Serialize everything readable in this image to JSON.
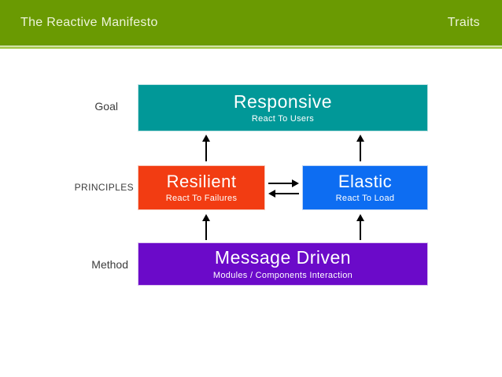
{
  "header": {
    "title": "The Reactive Manifesto",
    "right_label": "Traits"
  },
  "colors": {
    "header_green": "#6a9a02",
    "header_strip": "#a9cb55",
    "teal": "#019898",
    "red": "#f23c12",
    "blue": "#0d6df2",
    "purple": "#6b0ac9"
  },
  "rows": {
    "goal": {
      "label": "Goal",
      "box": {
        "title": "Responsive",
        "subtitle": "React To Users"
      }
    },
    "principles": {
      "label": "PRINCIPLES",
      "left_box": {
        "title": "Resilient",
        "subtitle": "React To Failures"
      },
      "right_box": {
        "title": "Elastic",
        "subtitle": "React To Load"
      }
    },
    "method": {
      "label": "Method",
      "box": {
        "title": "Message Driven",
        "subtitle": "Modules / Components Interaction"
      }
    }
  }
}
